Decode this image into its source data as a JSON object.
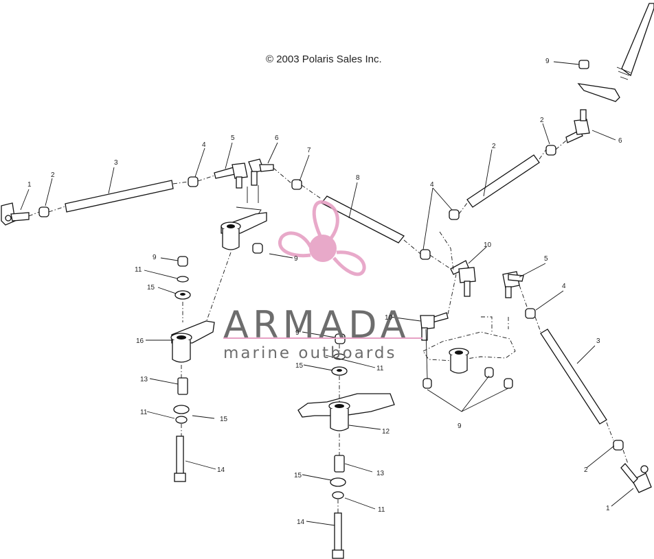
{
  "diagram": {
    "copyright": "© 2003 Polaris Sales Inc.",
    "watermark": {
      "brand": "ARMADA",
      "tagline": "marine outboards",
      "brand_color": "#6d6d6d",
      "logo_color": "#e6a0c4"
    },
    "callouts": [
      "1",
      "2",
      "3",
      "4",
      "5",
      "6",
      "9",
      "6",
      "2",
      "7",
      "8",
      "2",
      "4",
      "9",
      "9",
      "11",
      "15",
      "10",
      "5",
      "4",
      "16",
      "10",
      "9",
      "11",
      "15",
      "13",
      "11",
      "15",
      "14",
      "3",
      "12",
      "13",
      "15",
      "11",
      "14",
      "9",
      "2",
      "1"
    ]
  }
}
